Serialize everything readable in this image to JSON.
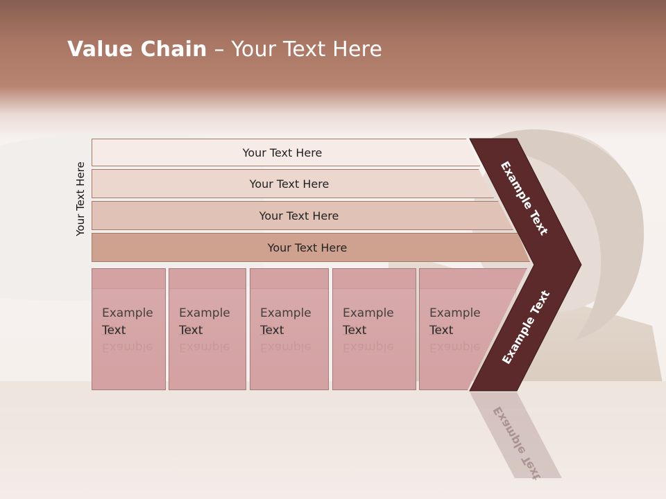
{
  "title": {
    "bold": "Value Chain",
    "rest": " – Your Text Here"
  },
  "side_label": "Your Text Here",
  "bands": [
    "Your Text Here",
    "Your Text Here",
    "Your Text Here",
    "Your Text Here"
  ],
  "boxes": [
    {
      "line1": "Example",
      "line2": "Text"
    },
    {
      "line1": "Example",
      "line2": "Text"
    },
    {
      "line1": "Example",
      "line2": "Text"
    },
    {
      "line1": "Example",
      "line2": "Text"
    },
    {
      "line1": "Example",
      "line2": "Text"
    }
  ],
  "chevron": {
    "top_label": "Example Text",
    "bottom_label": "Example Text"
  },
  "colors": {
    "header": "#a97664",
    "chevron": "#5c2a2b",
    "boxes": "#d4a2a3",
    "band_darkest": "#cfa290"
  }
}
